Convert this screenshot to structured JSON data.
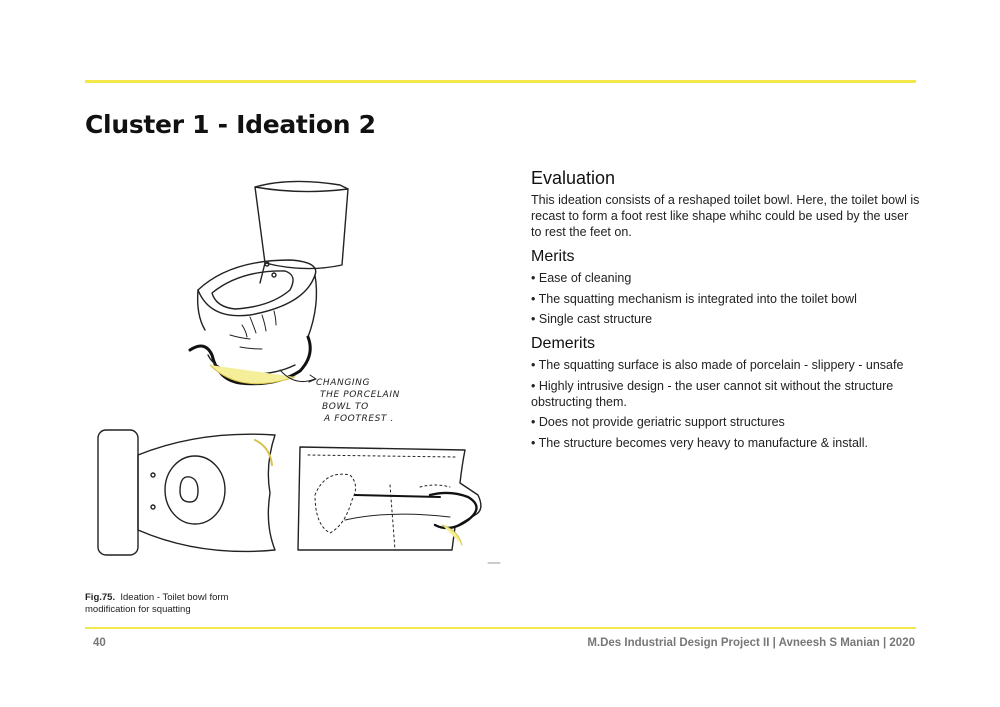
{
  "header": {
    "title": "Cluster 1 - Ideation 2"
  },
  "figure": {
    "sketch_annotation": [
      "CHANGING",
      "THE PORCELAIN",
      "BOWL TO",
      "A FOOTREST ."
    ],
    "caption_label": "Fig.75.",
    "caption_text": "Ideation - Toilet bowl form modification for squatting"
  },
  "evaluation": {
    "heading": "Evaluation",
    "body": "This ideation consists of a reshaped toilet bowl. Here, the toilet bowl is recast to form a foot rest like shape whihc could be used by the user to rest the feet on."
  },
  "merits": {
    "heading": "Merits",
    "items": [
      "Ease of cleaning",
      "The squatting mechanism is integrated into the toilet bowl",
      "Single cast structure"
    ]
  },
  "demerits": {
    "heading": "Demerits",
    "items": [
      "The squatting surface is also made of porcelain - slippery - unsafe",
      "Highly intrusive design - the user cannot sit without the structure obstructing them.",
      "Does not provide geriatric support structures",
      "The structure becomes very heavy to manufacture & install."
    ]
  },
  "footer": {
    "page_number": "40",
    "credit": "M.Des Industrial Design Project II | Avneesh S Manian | 2020"
  },
  "colors": {
    "accent_rule": "#f2e84a",
    "footer_text": "#777777"
  }
}
